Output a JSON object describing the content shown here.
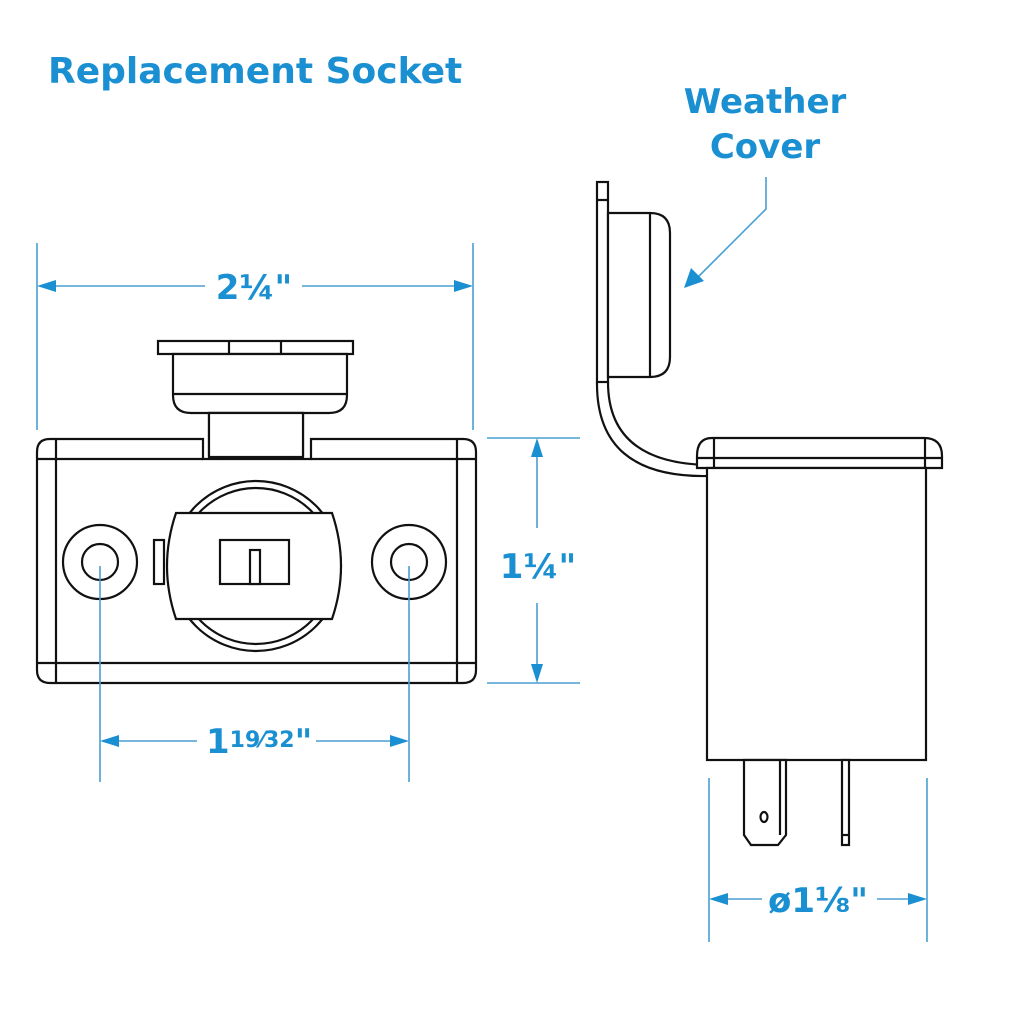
{
  "title": "Replacement Socket",
  "callout": {
    "line1": "Weather",
    "line2": "Cover"
  },
  "dimensions": {
    "overall_width": "2¼\"",
    "height": "1¼\"",
    "hole_spacing_whole": "1",
    "hole_spacing_frac": "19⁄32",
    "hole_spacing_suffix": "\"",
    "diameter": "ø1⅛\""
  },
  "colors": {
    "accent": "#1a8fd1",
    "line": "#111111"
  }
}
